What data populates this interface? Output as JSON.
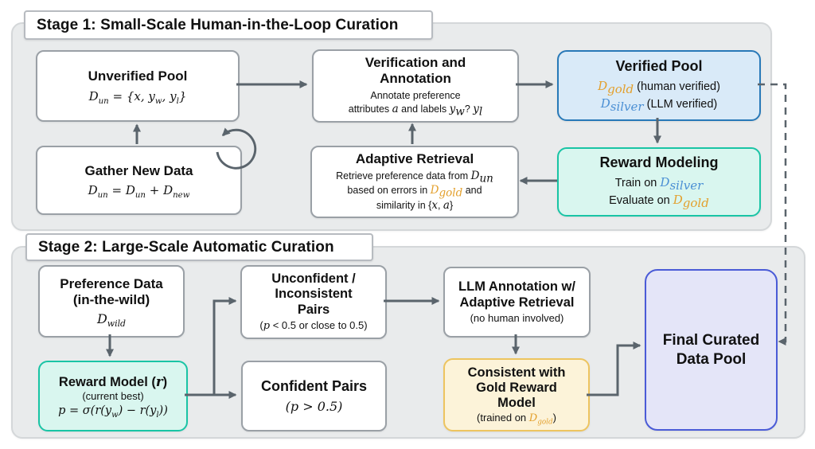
{
  "colors": {
    "gold_text": "#E3A02D",
    "silver_text": "#4B8FD4",
    "verified_border": "#2879B8",
    "verified_fill": "#D9EAF8",
    "teal_border": "#19C4A5",
    "teal_fill": "#D9F6EF",
    "gold_border": "#EDC45F",
    "gold_fill": "#FCF3D9",
    "final_border": "#4A5BD7",
    "final_fill": "#E4E5F8",
    "arrow": "#5A646C",
    "panel_fill": "#E9EBEC"
  },
  "stage1": {
    "label": "Stage 1: Small-Scale Human-in-the-Loop Curation",
    "unverified": {
      "title": "Unverified Pool",
      "formula": [
        {
          "t": "D"
        },
        {
          "t": "un",
          "sub": true
        },
        {
          "t": " = {x, y"
        },
        {
          "t": "w",
          "sub": true
        },
        {
          "t": ", y"
        },
        {
          "t": "l",
          "sub": true
        },
        {
          "t": "}"
        }
      ]
    },
    "gather": {
      "title": "Gather New Data",
      "formula": [
        {
          "t": "D"
        },
        {
          "t": "un",
          "sub": true
        },
        {
          "t": " = D"
        },
        {
          "t": "un",
          "sub": true
        },
        {
          "t": " + D"
        },
        {
          "t": "new",
          "sub": true
        }
      ]
    },
    "verification": {
      "title": [
        {
          "t": "Verification and"
        },
        {
          "br": true
        },
        {
          "t": "Annotation"
        }
      ],
      "note1": "Annotate preference",
      "note2": [
        {
          "t": "attributes "
        },
        {
          "t": "a",
          "math": true
        },
        {
          "t": " and labels "
        },
        {
          "t": "y",
          "math": true
        },
        {
          "t": "w",
          "math": true,
          "sub": true
        },
        {
          "t": "? "
        },
        {
          "t": "y",
          "math": true
        },
        {
          "t": "l",
          "math": true,
          "sub": true
        }
      ]
    },
    "adaptive": {
      "title": "Adaptive Retrieval",
      "line1": [
        {
          "t": "Retrieve preference data from "
        },
        {
          "t": "D",
          "math": true
        },
        {
          "t": "un",
          "math": true,
          "sub": true
        }
      ],
      "line2": [
        {
          "t": "based on errors in "
        },
        {
          "t": "D",
          "math": true,
          "color": "#E3A02D"
        },
        {
          "t": "gold",
          "math": true,
          "sub": true,
          "color": "#E3A02D"
        },
        {
          "t": " and"
        }
      ],
      "line3": [
        {
          "t": "similarity in {"
        },
        {
          "t": "x",
          "math": true
        },
        {
          "t": ", "
        },
        {
          "t": "a",
          "math": true
        },
        {
          "t": "}"
        }
      ]
    },
    "verified": {
      "title": "Verified Pool",
      "line1": [
        {
          "t": "D",
          "math": true,
          "color": "#E3A02D"
        },
        {
          "t": "gold",
          "math": true,
          "sub": true,
          "color": "#E3A02D"
        },
        {
          "t": " (human verified)"
        }
      ],
      "line2": [
        {
          "t": "D",
          "math": true,
          "color": "#4B8FD4"
        },
        {
          "t": "silver",
          "math": true,
          "sub": true,
          "color": "#4B8FD4"
        },
        {
          "t": " (LLM verified)"
        }
      ]
    },
    "reward_modeling": {
      "title": "Reward Modeling",
      "line1": [
        {
          "t": "Train on "
        },
        {
          "t": "D",
          "math": true,
          "color": "#4B8FD4"
        },
        {
          "t": "silver",
          "math": true,
          "sub": true,
          "color": "#4B8FD4"
        }
      ],
      "line2": [
        {
          "t": "Evaluate on "
        },
        {
          "t": "D",
          "math": true,
          "color": "#E3A02D"
        },
        {
          "t": "gold",
          "math": true,
          "sub": true,
          "color": "#E3A02D"
        }
      ]
    }
  },
  "stage2": {
    "label": "Stage 2: Large-Scale Automatic Curation",
    "preference": {
      "title": [
        {
          "t": "Preference Data"
        },
        {
          "br": true
        },
        {
          "t": "(in-the-wild)"
        }
      ],
      "formula": [
        {
          "t": "D"
        },
        {
          "t": "wild",
          "sub": true
        }
      ]
    },
    "reward_model": {
      "title": [
        {
          "t": "Reward Model ("
        },
        {
          "t": "r",
          "math": true
        },
        {
          "t": ")"
        }
      ],
      "subtitle": "(current best)",
      "formula": [
        {
          "t": "p = σ(r(y"
        },
        {
          "t": "w",
          "sub": true
        },
        {
          "t": ") − r(y"
        },
        {
          "t": "l",
          "sub": true
        },
        {
          "t": "))"
        }
      ]
    },
    "unconfident": {
      "title": [
        {
          "t": "Unconfident /"
        },
        {
          "br": true
        },
        {
          "t": "Inconsistent"
        },
        {
          "br": true
        },
        {
          "t": "Pairs"
        }
      ],
      "subtitle": [
        {
          "t": "("
        },
        {
          "t": "p",
          "math": true
        },
        {
          "t": " < 0.5 or close to 0.5)"
        }
      ]
    },
    "confident": {
      "title": "Confident Pairs",
      "subtitle": [
        {
          "t": "(p > 0.5)"
        }
      ]
    },
    "llm_annotation": {
      "title": [
        {
          "t": "LLM Annotation w/"
        },
        {
          "br": true
        },
        {
          "t": "Adaptive Retrieval"
        }
      ],
      "subtitle": "(no human involved)"
    },
    "consistent": {
      "title": [
        {
          "t": "Consistent with"
        },
        {
          "br": true
        },
        {
          "t": "Gold Reward"
        },
        {
          "br": true
        },
        {
          "t": "Model"
        }
      ],
      "subtitle": [
        {
          "t": "(trained on "
        },
        {
          "t": "D",
          "math": true,
          "color": "#E3A02D"
        },
        {
          "t": "gold",
          "math": true,
          "sub": true,
          "color": "#E3A02D"
        },
        {
          "t": ")"
        }
      ]
    },
    "final": {
      "title": [
        {
          "t": "Final Curated"
        },
        {
          "br": true
        },
        {
          "t": "Data Pool"
        }
      ]
    }
  }
}
